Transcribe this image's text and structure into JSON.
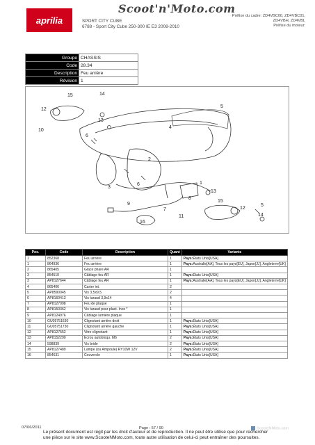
{
  "header": {
    "brand": "aprilia",
    "site_logo": "Scoot'n'Moto.com",
    "model_line1": "SPORT CITY CUBE",
    "model_line2": "6788 - Sport City Cube 250-300 IE E3 2008-2010",
    "frame_prefix_line1": "Préfixe du cadre: ZD4VBC00, ZD4VBC01,",
    "frame_prefix_line2": "ZD4VBH, ZD4VBL",
    "motor_prefix": "Préfixe du moteur:"
  },
  "info": [
    {
      "key": "Groupe",
      "value": "CHASSIS"
    },
    {
      "key": "Code",
      "value": "28.34"
    },
    {
      "key": "Description",
      "value": "Feu arrière"
    },
    {
      "key": "Révision",
      "value": "1"
    }
  ],
  "diagram": {
    "callouts": [
      "15",
      "14",
      "12",
      "13",
      "10",
      "6",
      "5",
      "4",
      "3",
      "6",
      "2",
      "1",
      "13",
      "8",
      "9",
      "7",
      "16",
      "11",
      "15",
      "12",
      "14",
      "5"
    ]
  },
  "table": {
    "headers": [
      "Pos.",
      "Code",
      "Description",
      "Quant",
      "Variants"
    ],
    "rows": [
      {
        "pos": "1",
        "code": "852368",
        "desc": "Feu arrière",
        "qty": "1",
        "label": "Pays:",
        "variant": "États Unis[USA]"
      },
      {
        "pos": "1",
        "code": "864936",
        "desc": "Feu arrière",
        "qty": "1",
        "label": "Pays:",
        "variant": "Australie[AA], Tous les pays[EU], Japon[JJ], Angleterre[UK]"
      },
      {
        "pos": "2",
        "code": "865405",
        "desc": "Glace phare AR",
        "qty": "1",
        "label": "",
        "variant": ""
      },
      {
        "pos": "3",
        "code": "854510",
        "desc": "Câblage feu AR",
        "qty": "1",
        "label": "Pays:",
        "variant": "États Unis[USA]"
      },
      {
        "pos": "3",
        "code": "AP8127644",
        "desc": "Câblage feu AR",
        "qty": "1",
        "label": "Pays:",
        "variant": "Australie[AA], Tous les pays[EU], Japon[JJ], Angleterre[UK]"
      },
      {
        "pos": "4",
        "code": "865406",
        "desc": "Carter int.",
        "qty": "2",
        "label": "",
        "variant": ""
      },
      {
        "pos": "5",
        "code": "AP8590045",
        "desc": "Vis 3,5x9,5",
        "qty": "2",
        "label": "",
        "variant": ""
      },
      {
        "pos": "6",
        "code": "AP8150413",
        "desc": "Vis taraud 3,9x14",
        "qty": "4",
        "label": "",
        "variant": ""
      },
      {
        "pos": "7",
        "code": "AP8127098",
        "desc": "Feu de plaque",
        "qty": "1",
        "label": "",
        "variant": ""
      },
      {
        "pos": "8",
        "code": "AP8150362",
        "desc": "Vis taraud pour plast. Inox *",
        "qty": "1",
        "label": "",
        "variant": ""
      },
      {
        "pos": "9",
        "code": "AP8124976",
        "desc": "Câblage lumière plaque",
        "qty": "1",
        "label": "",
        "variant": ""
      },
      {
        "pos": "10",
        "code": "GU05751630",
        "desc": "Clignotant arrière droit",
        "qty": "1",
        "label": "Pays:",
        "variant": "États Unis[USA]"
      },
      {
        "pos": "11",
        "code": "GU05751730",
        "desc": "Clignotant arrière gauche",
        "qty": "1",
        "label": "Pays:",
        "variant": "États Unis[USA]"
      },
      {
        "pos": "12",
        "code": "AP8127552",
        "desc": "Vitre clignotant",
        "qty": "1",
        "label": "Pays:",
        "variant": "États Unis[USA]"
      },
      {
        "pos": "13",
        "code": "AP8152299",
        "desc": "Ecrou autobloqu. M6",
        "qty": "2",
        "label": "Pays:",
        "variant": "États Unis[USA]"
      },
      {
        "pos": "14",
        "code": "598839",
        "desc": "Vis bride",
        "qty": "2",
        "label": "Pays:",
        "variant": "États Unis[USA]"
      },
      {
        "pos": "15",
        "code": "AP8127489",
        "desc": "Lampe (ou Ampoule) RY10W 12V",
        "qty": "2",
        "label": "Pays:",
        "variant": "États Unis[USA]"
      },
      {
        "pos": "16",
        "code": "854631",
        "desc": "Couvercle",
        "qty": "1",
        "label": "Pays:",
        "variant": "États Unis[USA]"
      }
    ]
  },
  "footer": {
    "date": "07/06/2011",
    "page": "Page : 57 / 90",
    "note": "Le présent document est régit par les droit d'auteur et de reproduction. Il ne peut être utilisé que pour rechercher une pièce sur le site www.ScooteNMoto.com, toute autre utilisation de celui-ci peut entraîner des poursuites.",
    "brand": "ScooteNMoto.com"
  }
}
